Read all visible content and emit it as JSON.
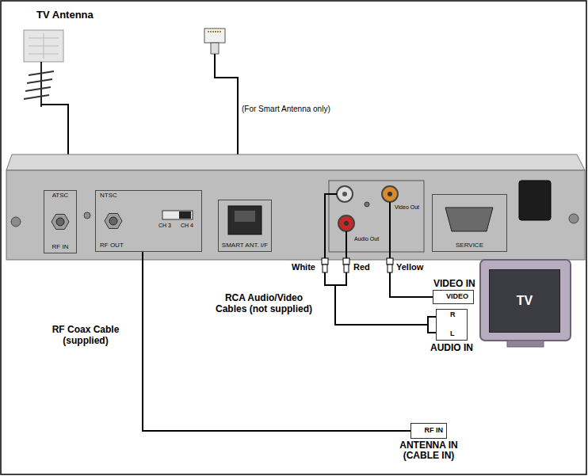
{
  "diagram": {
    "nodes": [
      {
        "text": [
          "ATSC",
          "RF IN"
        ]
      },
      {
        "text": [
          "NTSC",
          "RF OUT"
        ]
      },
      {
        "text": [
          "SMART ANT. I/F"
        ]
      },
      {
        "text": [
          "SERVICE"
        ]
      },
      {
        "text": [
          "TV"
        ]
      },
      {
        "text": [
          "VIDEO IN",
          "VIDEO"
        ]
      },
      {
        "text": [
          "R",
          "L",
          "AUDIO IN"
        ]
      },
      {
        "text": [
          "RF IN",
          "ANTENNA IN (CABLE IN)"
        ]
      }
    ],
    "edges": [
      {
        "from": 1,
        "to": 7,
        "arrow": "none"
      }
    ],
    "labels": [
      "TV Antenna",
      "(For Smart Antenna only)",
      "CH 3",
      "CH 4",
      "Audio Out",
      "Video Out",
      "White",
      "Red",
      "Yellow",
      "RCA Audio/Video Cables (not supplied)",
      "RF Coax Cable (supplied)"
    ]
  }
}
